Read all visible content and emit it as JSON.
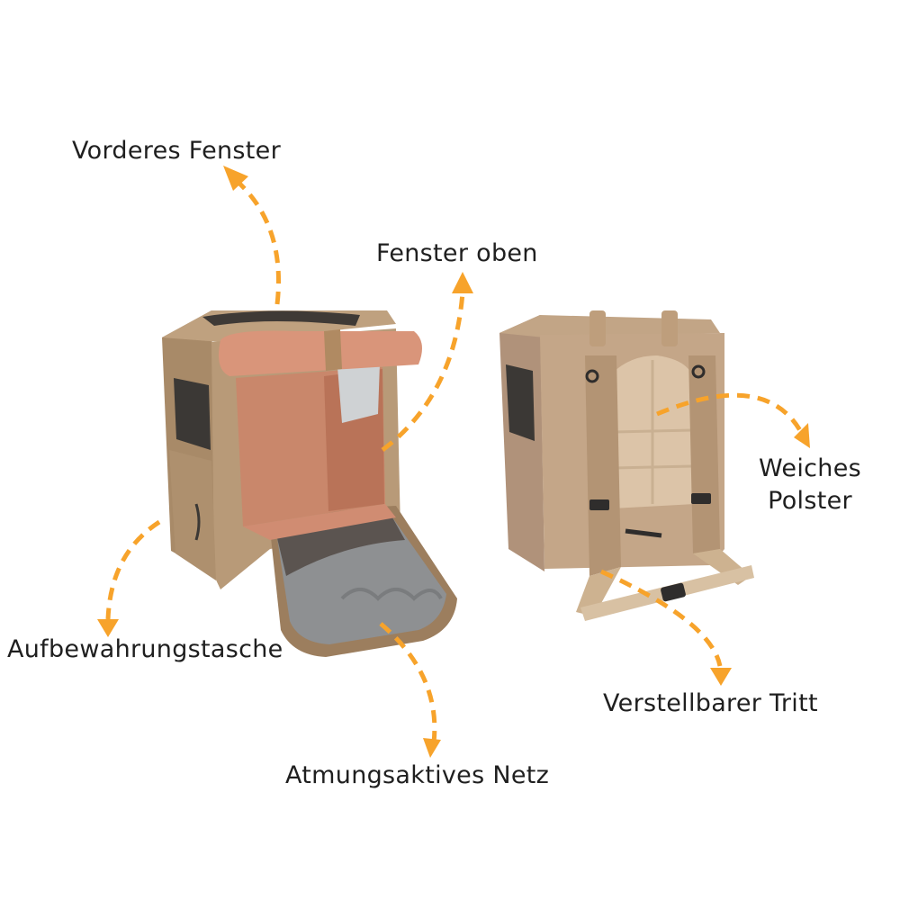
{
  "product": {
    "name": "pet-carrier-backpack",
    "views": [
      {
        "id": "front-open-view",
        "description": "Front view with top flap rolled up and front mesh window open"
      },
      {
        "id": "back-view",
        "description": "Back view with padded back panel, shoulder straps and chest strap"
      }
    ]
  },
  "callouts": [
    {
      "id": "front-window",
      "label": "Vorderes Fenster"
    },
    {
      "id": "top-window",
      "label": "Fenster oben"
    },
    {
      "id": "storage-pocket",
      "label": "Aufbewahrungstasche"
    },
    {
      "id": "breathable-mesh",
      "label": "Atmungsaktives Netz"
    },
    {
      "id": "soft-padding",
      "label_line1": "Weiches",
      "label_line2": "Polster"
    },
    {
      "id": "adjustable-step",
      "label": "Verstellbarer Tritt"
    }
  ],
  "colors": {
    "arrow": "#F7A32B",
    "text": "#1f1f1f",
    "bag_tan": "#B89A78",
    "bag_tan_dark": "#9C7E5E",
    "lining_salmon": "#D8957A",
    "mesh_gray": "#8E9092",
    "background": "#ffffff"
  }
}
